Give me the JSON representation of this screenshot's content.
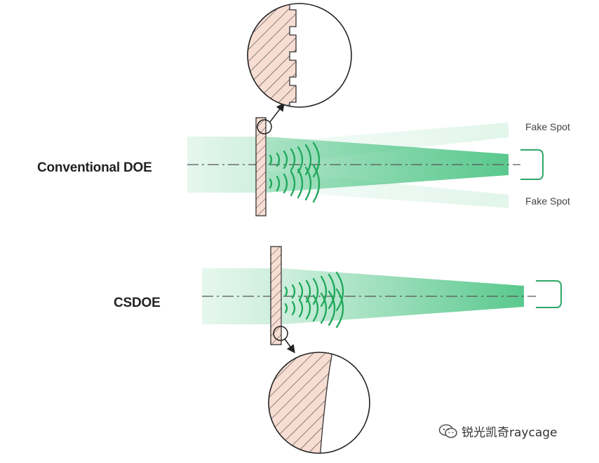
{
  "labels": {
    "conventional": "Conventional DOE",
    "csdoe": "CSDOE",
    "fake_spot_top": "Fake Spot",
    "fake_spot_bottom": "Fake Spot"
  },
  "watermark": {
    "text": "锐光凯奇raycage",
    "icon": "wechat-icon"
  },
  "colors": {
    "beam": "#3dbf7a",
    "wave": "#1fa85a",
    "profile": "#2ea866",
    "element_fill": "#f7ddd2",
    "outline": "#333333"
  }
}
